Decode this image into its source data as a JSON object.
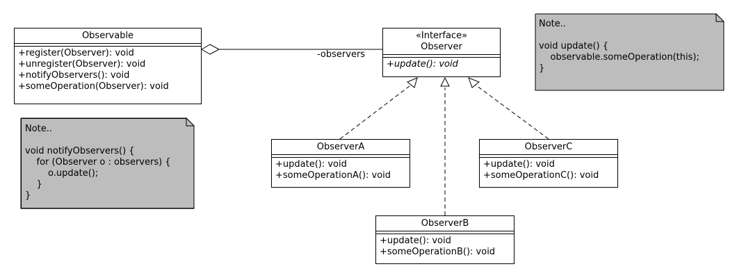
{
  "classes": {
    "observable": {
      "name": "Observable",
      "operations": [
        "+register(Observer): void",
        "+unregister(Observer): void",
        "+notifyObservers(): void",
        "+someOperation(Observer): void"
      ]
    },
    "observer": {
      "stereotype": "«Interface»",
      "name": "Observer",
      "operations": [
        "+update(): void"
      ]
    },
    "observerA": {
      "name": "ObserverA",
      "operations": [
        "+update(): void",
        "+someOperationA(): void"
      ]
    },
    "observerB": {
      "name": "ObserverB",
      "operations": [
        "+update(): void",
        "+someOperationB(): void"
      ]
    },
    "observerC": {
      "name": "ObserverC",
      "operations": [
        "+update(): void",
        "+someOperationC(): void"
      ]
    }
  },
  "association": {
    "role": "-observers"
  },
  "notes": {
    "left": {
      "text": "Note..\n\nvoid notifyObservers() {\n    for (Observer o : observers) {\n        o.update();\n    }\n}"
    },
    "right": {
      "text": "Note..\n\nvoid update() {\n    observable.someOperation(this);\n}"
    }
  },
  "colors": {
    "note_fill": "#bdbdbd",
    "line": "#000000"
  }
}
